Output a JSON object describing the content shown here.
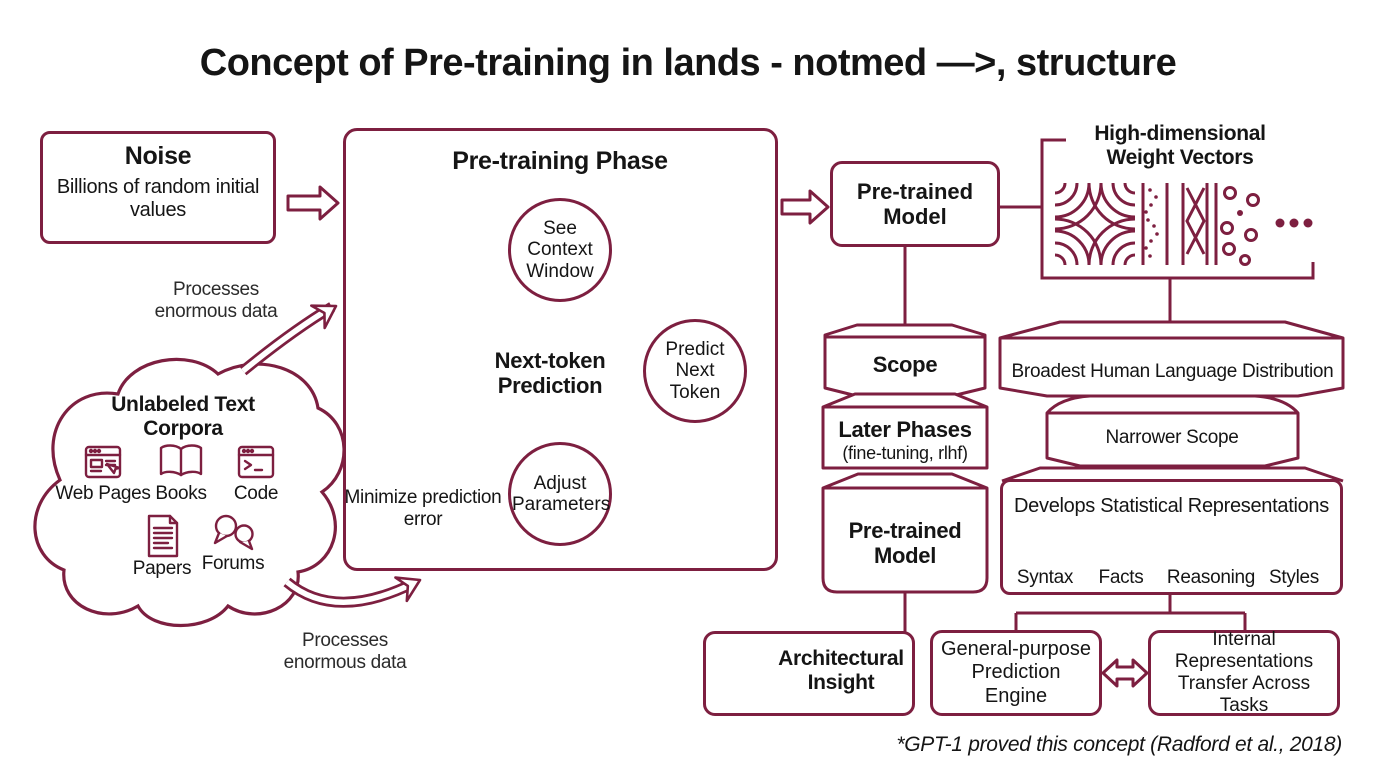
{
  "title": "Concept of Pre-training in lands - notmed —>, structure",
  "colors": {
    "accent": "#7d1f40",
    "text": "#151515",
    "background": "#ffffff"
  },
  "noise": {
    "title": "Noise",
    "subtitle": "Billions of random initial values"
  },
  "labels": {
    "processes_top": "Processes enormous data",
    "processes_bottom": "Processes enormous data",
    "minimize": "Minimize prediction error"
  },
  "cloud": {
    "title": "Unlabeled Text Corpora",
    "items": [
      {
        "label": "Web Pages",
        "icon": "web-pages-icon"
      },
      {
        "label": "Books",
        "icon": "books-icon"
      },
      {
        "label": "Code",
        "icon": "code-icon"
      },
      {
        "label": "Papers",
        "icon": "papers-icon"
      },
      {
        "label": "Forums",
        "icon": "forums-icon"
      }
    ]
  },
  "phase": {
    "title": "Pre-training Phase",
    "center_label": "Next-token Prediction",
    "circles": [
      "See Context Window",
      "Predict Next Token",
      "Adjust Parameters"
    ]
  },
  "pretrained_top": {
    "label": "Pre-trained Model"
  },
  "weights": {
    "title": "High-dimensional Weight Vectors"
  },
  "left_stack": {
    "scope": "Scope",
    "later_phases": "Later Phases",
    "later_phases_sub": "(fine-tuning, rlhf)",
    "pretrained_model": "Pre-trained Model"
  },
  "right_stack": {
    "broadest": "Broadest Human Language Distribution",
    "narrower": "Narrower Scope",
    "develops_title": "Develops Statistical Representations",
    "skills": [
      {
        "label": "Syntax",
        "icon": "syntax-network-icon"
      },
      {
        "label": "Facts",
        "icon": "facts-calendar-icon"
      },
      {
        "label": "Reasoning",
        "icon": "reasoning-magnifier-icon"
      },
      {
        "label": "Styles",
        "icon": "styles-pencil-icon"
      }
    ]
  },
  "bottom": {
    "architectural": "Architectural Insight",
    "general": "General-purpose Prediction Engine",
    "internal": "Internal Representations Transfer Across Tasks"
  },
  "footnote": "*GPT-1 proved this concept (Radford et al., 2018)",
  "icons": {
    "reasoning_glyph": "?",
    "architectural": "gears-icon"
  }
}
